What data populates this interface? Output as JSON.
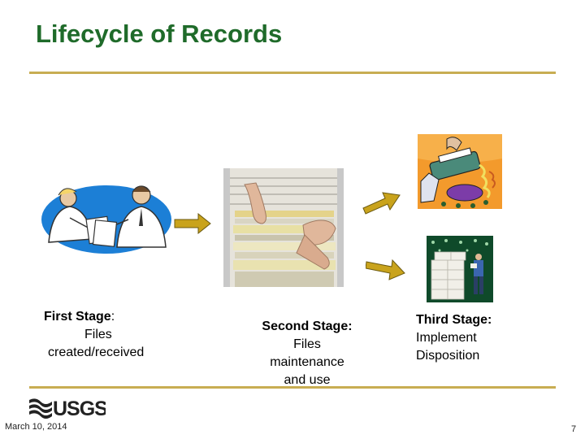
{
  "slide": {
    "title": "Lifecycle of Records",
    "stages": [
      {
        "heading": "First Stage",
        "sep": ":",
        "line1": "Files",
        "line2": "created/received"
      },
      {
        "heading": "Second Stage:",
        "line1": "Files",
        "line2": "maintenance",
        "line3": "and use"
      },
      {
        "heading": "Third Stage:",
        "line1": "Implement",
        "line2": "Disposition"
      }
    ],
    "footer": {
      "date": "March 10, 2014",
      "page": "7",
      "logo_text": "USGS"
    }
  },
  "colors": {
    "title": "#1f6b2a",
    "rule": "#c8ad52",
    "arrow": "#c9a31c"
  }
}
